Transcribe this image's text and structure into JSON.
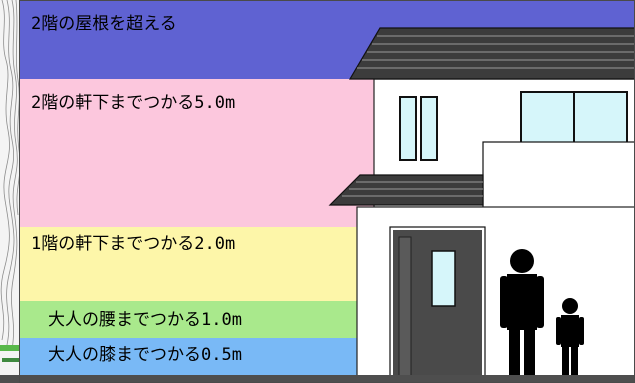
{
  "levels": {
    "roof": {
      "label": "2階の屋根を超える",
      "color": "#5f62d2"
    },
    "second_floor_eaves": {
      "label": "2階の軒下までつかる5.0m",
      "color": "#fcc7dd"
    },
    "first_floor_eaves": {
      "label": "1階の軒下までつかる2.0m",
      "color": "#fdf6a9"
    },
    "waist": {
      "label": "大人の腰までつかる1.0m",
      "color": "#a9e98c"
    },
    "knee": {
      "label": "大人の膝までつかる0.5m",
      "color": "#79b9f6"
    }
  },
  "ground_color": "#4e4e4e",
  "icons": {
    "house": "two-story-house-icon",
    "adult": "adult-person-icon",
    "child": "child-person-icon",
    "door": "front-door-icon"
  }
}
